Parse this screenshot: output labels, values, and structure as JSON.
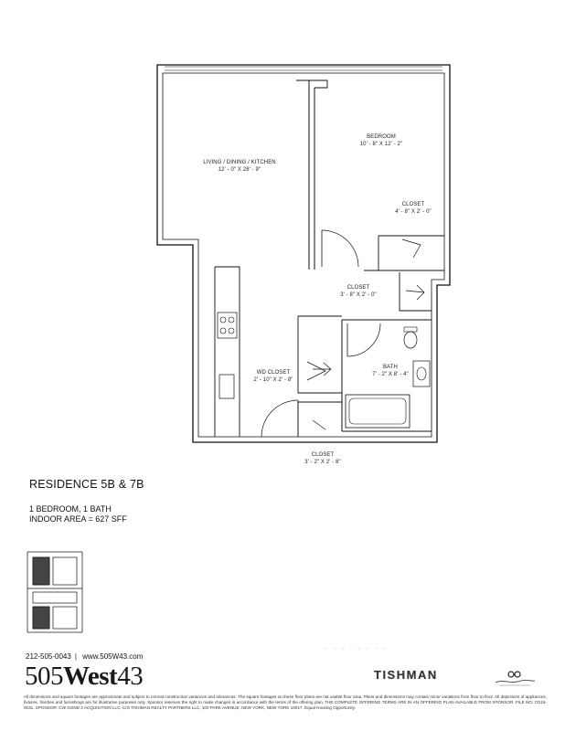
{
  "rooms": {
    "living": {
      "name": "LIVING / DINING / KITCHEN",
      "dims": "12' - 0\" X 28' - 9\""
    },
    "bedroom": {
      "name": "BEDROOM",
      "dims": "10' - 8\" X 12' - 2\""
    },
    "bed_closet": {
      "name": "CLOSET",
      "dims": "4' - 8\" X 2' - 0\""
    },
    "hall_closet": {
      "name": "CLOSET",
      "dims": "3' - 8\" X 2' - 0\""
    },
    "wd_closet": {
      "name": "WD CLOSET",
      "dims": "2' - 10\" X 2' - 8\""
    },
    "bath": {
      "name": "BATH",
      "dims": "7' - 2\" X 8' - 4\""
    },
    "entry_closet": {
      "name": "CLOSET",
      "dims": "3' - 2\" X 2' - 8\""
    }
  },
  "residence": {
    "title": "RESIDENCE 5B & 7B",
    "type": "1 BEDROOM, 1 BATH",
    "area": "INDOOR AREA = 627 SFF"
  },
  "contact": {
    "phone": "212-505-0043",
    "separator": "|",
    "website": "www.505W43.com"
  },
  "branding": {
    "logo_number": "505",
    "logo_word": "West",
    "logo_number2": "43",
    "developer": "TISHMAN"
  },
  "fine_print": "All dimensions and square footages are approximate and subject to normal construction variances and tolerances. The square footages on these floor plans are not usable floor area. Plans and dimensions may contain minor variations from floor to floor. All depictions of appliances, fixtures, finishes and furnishings are for illustrative purposes only. Sponsor reserves the right to make changes in accordance with the terms of the offering plan. THE COMPLETE OFFERING TERMS ARE IN AN OFFERING PLAN AVAILABLE FROM SPONSOR. FILE NO. CD16-0031. SPONSOR: CW GOND 2 ACQUISITION LLC, C/O TISHMAN REALTY PARTNERS LLC, 100 PARK AVENUE, NEW YORK, NEW YORK 10017. Equal Housing Opportunity."
}
